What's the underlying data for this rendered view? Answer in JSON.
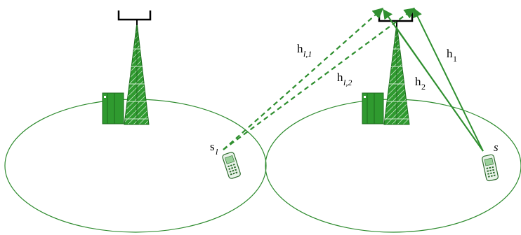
{
  "diagram": {
    "labels": {
      "h_l1_main": "h",
      "h_l1_sub": "l,1",
      "h_l2_main": "h",
      "h_l2_sub": "l,2",
      "h1_main": "h",
      "h1_sub": "1",
      "h2_main": "h",
      "h2_sub": "2",
      "s_l_main": "s",
      "s_l_sub": "l",
      "s_main": "s"
    },
    "colors": {
      "cell": "#2e8b2e",
      "tower": "#2f9a2f",
      "tower_dark": "#1d6b1d",
      "link": "#2f8f2f",
      "antenna": "#000000"
    },
    "icons": [
      "base-station-tower-icon",
      "mobile-phone-icon",
      "antenna-icon"
    ]
  }
}
